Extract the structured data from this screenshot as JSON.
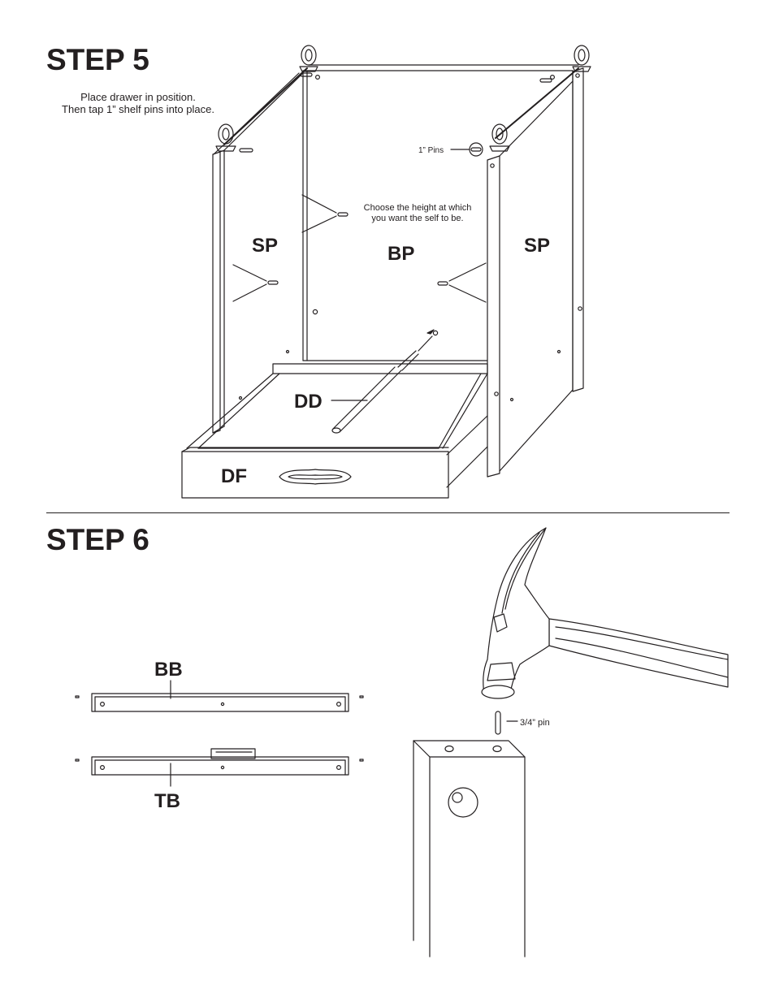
{
  "step5": {
    "title": "STEP 5",
    "instruction_line1": "Place drawer in position.",
    "instruction_line2": "Then tap 1” shelf pins into place.",
    "callout_pins": "1” Pins",
    "callout_height_line1": "Choose the height at which",
    "callout_height_line2": "you want the self to be.",
    "labels": {
      "sp_left": "SP",
      "bp": "BP",
      "sp_right": "SP",
      "dd": "DD",
      "df": "DF"
    }
  },
  "step6": {
    "title": "STEP 6",
    "labels": {
      "bb": "BB",
      "tb": "TB"
    },
    "callout_pin": "3/4” pin"
  }
}
